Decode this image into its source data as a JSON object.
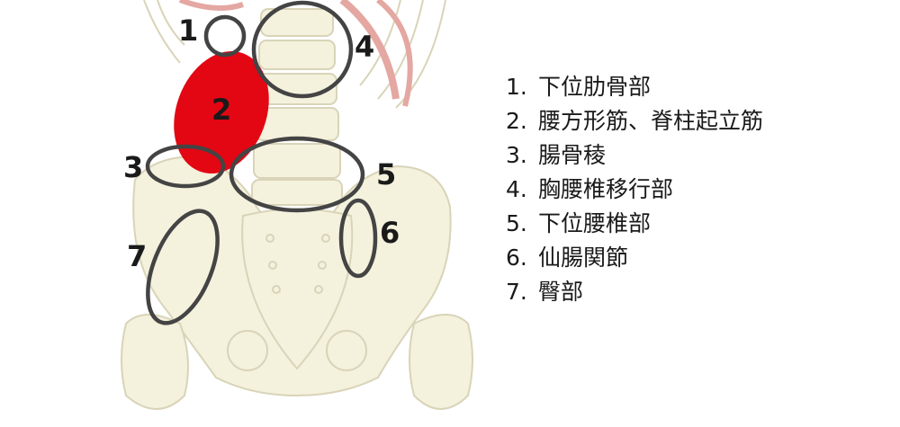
{
  "colors": {
    "bone_fill": "#f4f1dd",
    "bone_outline": "#d9d4b8",
    "highlight": "#e30613",
    "ring": "#444444",
    "muscle": "#e4a7a2"
  },
  "highlighted_region": "2",
  "regions": [
    {
      "number": "1",
      "label": "下位肋骨部"
    },
    {
      "number": "2",
      "label": "腰方形筋、脊柱起立筋"
    },
    {
      "number": "3",
      "label": "腸骨稜"
    },
    {
      "number": "4",
      "label": "胸腰椎移行部"
    },
    {
      "number": "5",
      "label": "下位腰椎部"
    },
    {
      "number": "6",
      "label": "仙腸関節"
    },
    {
      "number": "7",
      "label": "臀部"
    }
  ]
}
